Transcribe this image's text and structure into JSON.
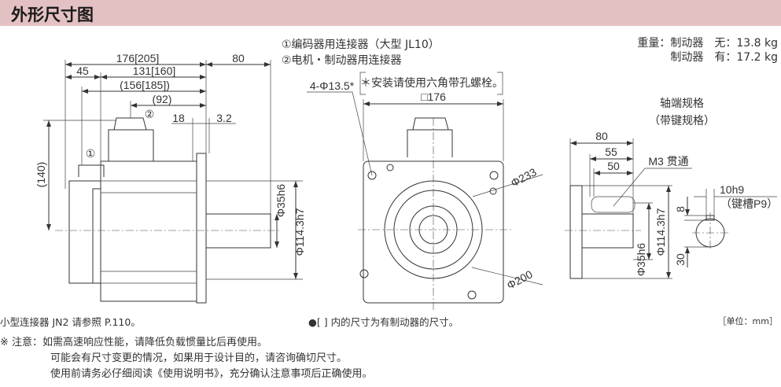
{
  "header": {
    "title": "外形尺寸图"
  },
  "legend": {
    "item1": "①编码器用连接器（大型 JL10）",
    "item2": "②电机・制动器用连接器"
  },
  "weight": {
    "line1": "重量：制动器　无：13.8 kg",
    "line2": "制动器　有：17.2 kg"
  },
  "side_view": {
    "dim_total": "176[205]",
    "dim_shaft": "80",
    "dim_45": "45",
    "dim_body": "131[160]",
    "dim_156": "(156[185])",
    "dim_92": "(92)",
    "dim_18": "18",
    "dim_3_2": "3.2",
    "dim_140": "(140)",
    "dim_phi35": "Φ35h6",
    "dim_phi114": "Φ114.3h7",
    "marker1": "①",
    "marker2": "②"
  },
  "front_view": {
    "hole_label": "4-Φ13.5*",
    "hole_note": "＊安装请使用六角带孔螺栓。",
    "dim_square": "□176",
    "dim_phi233": "Φ233",
    "dim_phi200": "Φ200"
  },
  "shaft_view": {
    "title": "轴端规格",
    "subtitle": "（带键规格）",
    "dim_80": "80",
    "dim_55": "55",
    "dim_50": "50",
    "tap_label": "M3 贯通",
    "key_width": "10h9",
    "keyway": "（键槽P9）",
    "dim_8": "8",
    "dim_30": "30",
    "dim_phi114": "Φ114.3h7",
    "dim_phi35": "Φ35h6"
  },
  "notes": {
    "connector": "小型连接器 JN2 请参照 P.110。",
    "bracket": "●[ ] 内的尺寸为有制动器的尺寸。",
    "unit": "［单位：mm］",
    "caution1": "※ 注意：如需高速响应性能，请降低负载惯量比后再使用。",
    "caution2": "可能会有尺寸变更的情况，如果用于设计目的，请咨询确切尺寸。",
    "caution3": "使用前请务必仔细阅读《使用说明书》，充分确认注意事项后正确使用。"
  }
}
